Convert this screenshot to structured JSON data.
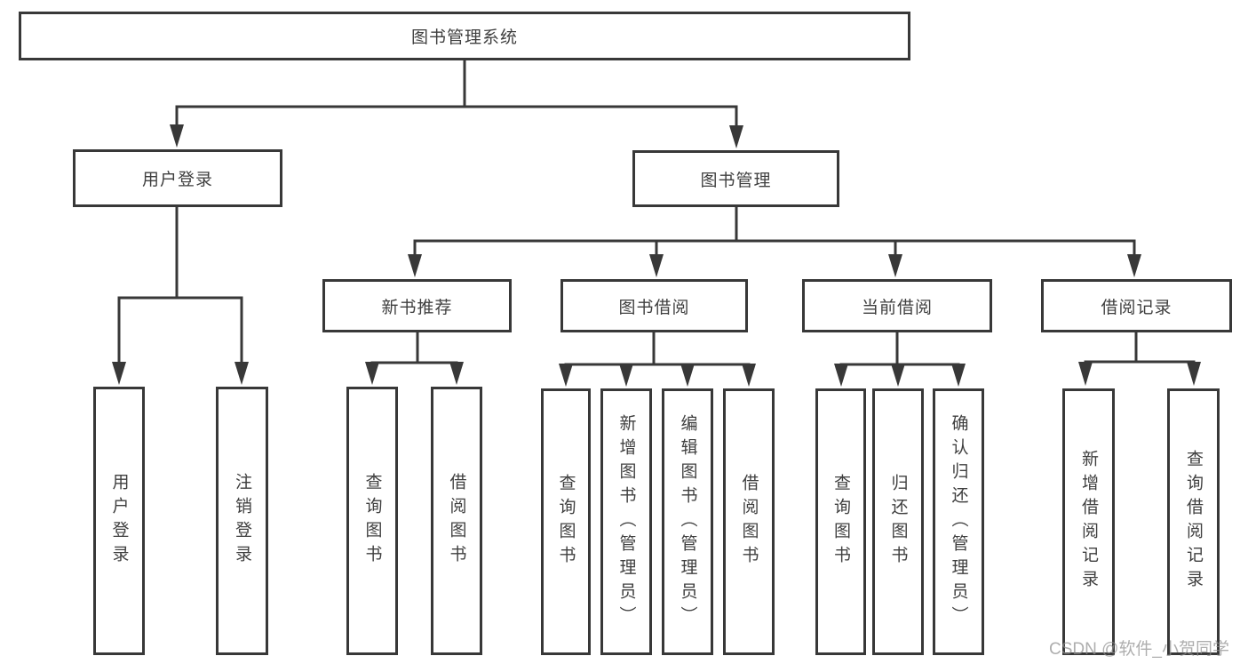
{
  "diagram": {
    "root": {
      "label": "图书管理系统",
      "children": [
        {
          "label": "用户登录",
          "children": [
            {
              "label": "用户登录"
            },
            {
              "label": "注销登录"
            }
          ]
        },
        {
          "label": "图书管理",
          "children": [
            {
              "label": "新书推荐",
              "children": [
                {
                  "label": "查询图书"
                },
                {
                  "label": "借阅图书"
                }
              ]
            },
            {
              "label": "图书借阅",
              "children": [
                {
                  "label": "查询图书"
                },
                {
                  "label": "新增图书（管理员）"
                },
                {
                  "label": "编辑图书（管理员）"
                },
                {
                  "label": "借阅图书"
                }
              ]
            },
            {
              "label": "当前借阅",
              "children": [
                {
                  "label": "查询图书"
                },
                {
                  "label": "归还图书"
                },
                {
                  "label": "确认归还（管理员）"
                }
              ]
            },
            {
              "label": "借阅记录",
              "children": [
                {
                  "label": "新增借阅记录"
                },
                {
                  "label": "查询借阅记录"
                }
              ]
            }
          ]
        }
      ]
    },
    "colors": {
      "line": "#383838",
      "text": "#3f3f3f",
      "box_background": "#ffffff",
      "watermark": "#8f8f8f"
    },
    "watermark": "CSDN @软件_小贺同学"
  }
}
